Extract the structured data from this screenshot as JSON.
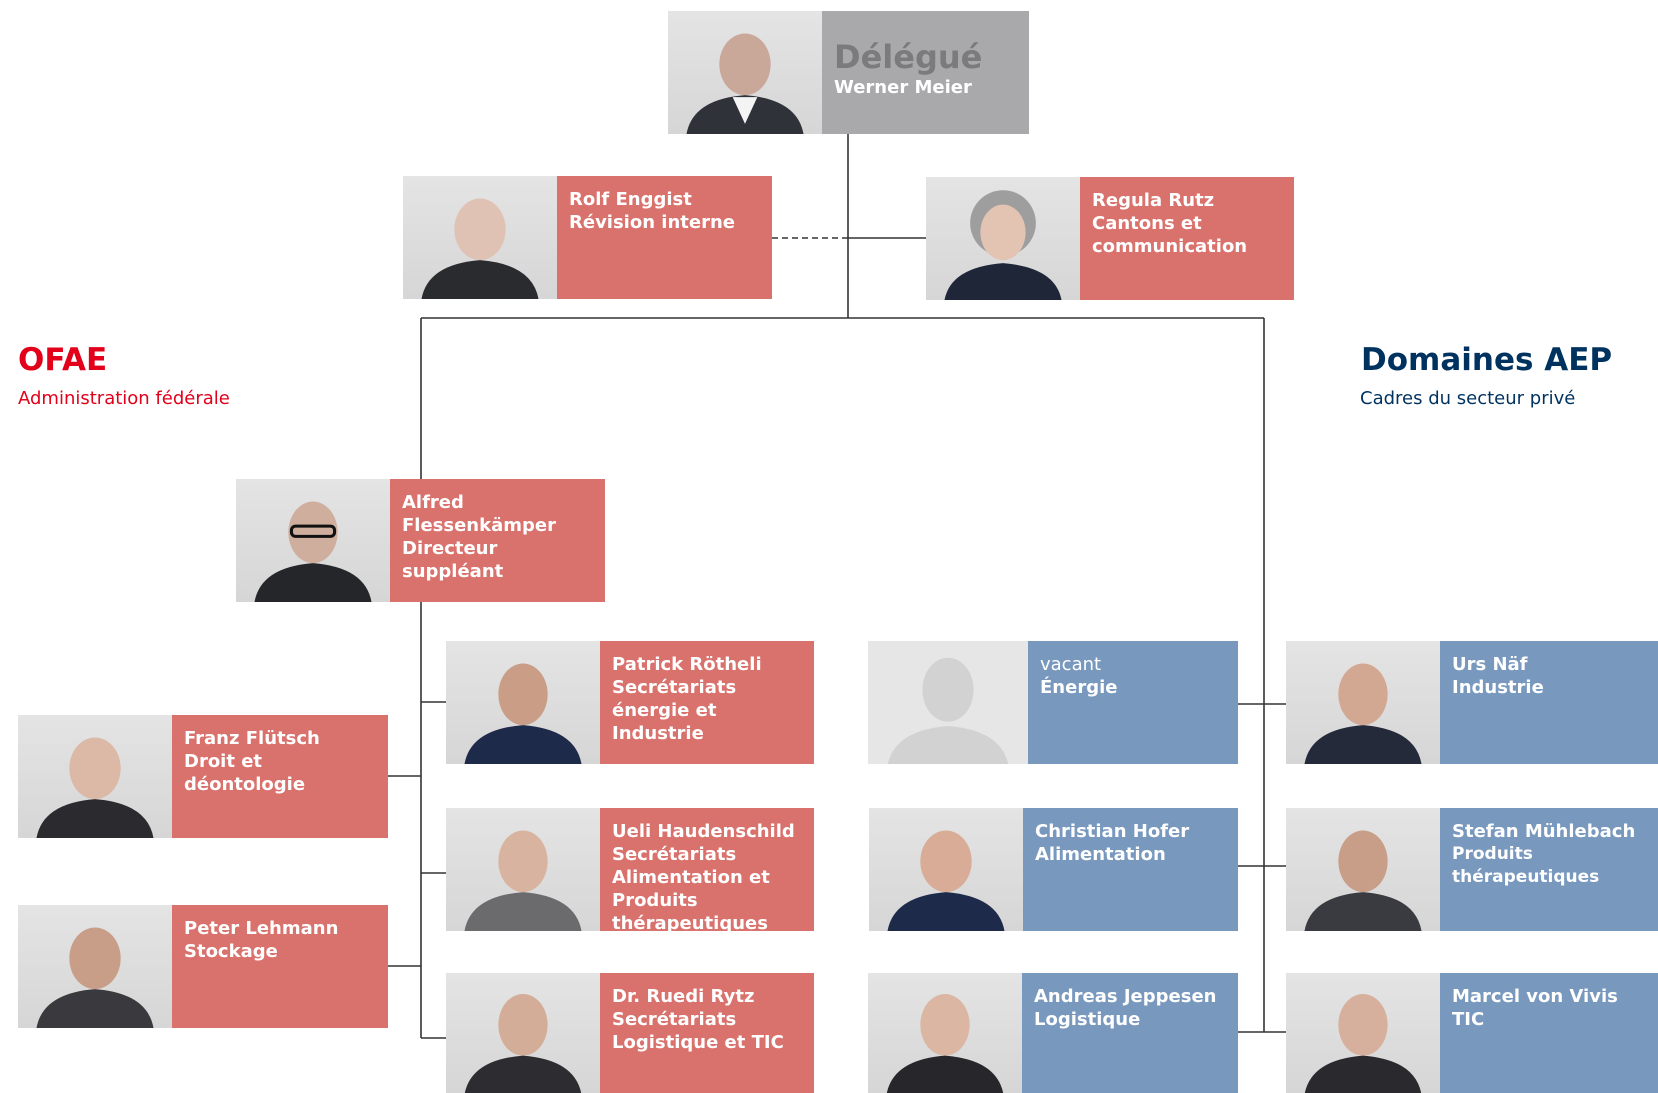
{
  "colors": {
    "ofae_red": "#e2001a",
    "aep_blue": "#00325f",
    "card_red": "#d9716c",
    "card_blue": "#7898bd",
    "card_grey": "#a9a9ab",
    "connector": "#333333"
  },
  "delegate": {
    "title": "Délégué",
    "name": "Werner Meier"
  },
  "ofae": {
    "title": "OFAE",
    "subtitle": "Administration fédérale"
  },
  "aep": {
    "title": "Domaines AEP",
    "subtitle": "Cadres du secteur privé"
  },
  "staff": {
    "revision": {
      "name": "Rolf Enggist",
      "role": "Révision interne"
    },
    "cantons": {
      "name": "Regula Rutz",
      "role": "Cantons et\ncommunication"
    }
  },
  "deputy": {
    "name": "Alfred Flessenkämper",
    "role": "Directeur suppléant"
  },
  "ofae_units": {
    "droit": {
      "name": "Franz Flütsch",
      "role": "Droit et déontologie"
    },
    "stockage": {
      "name": "Peter Lehmann",
      "role": "Stockage"
    }
  },
  "secretariats": {
    "energie": {
      "name": "Patrick Rötheli",
      "role": "Secrétariats\nénergie et Industrie"
    },
    "alimentation": {
      "name": "Ueli Haudenschild",
      "role": "Secrétariats\nAlimentation et\nProduits thérapeutiques"
    },
    "logistique": {
      "name": "Dr. Ruedi Rytz",
      "role": "Secrétariats\nLogistique et TIC"
    }
  },
  "domains": {
    "energie": {
      "name": "vacant",
      "role": "Énergie"
    },
    "alimentation": {
      "name": "Christian Hofer",
      "role": "Alimentation"
    },
    "logistique": {
      "name": "Andreas Jeppesen",
      "role": "Logistique"
    },
    "industrie": {
      "name": "Urs Näf",
      "role": "Industrie"
    },
    "produits": {
      "name": "Stefan Mühlebach",
      "role": "Produits thérapeutiques"
    },
    "tic": {
      "name": "Marcel von Vivis",
      "role": "TIC"
    }
  }
}
